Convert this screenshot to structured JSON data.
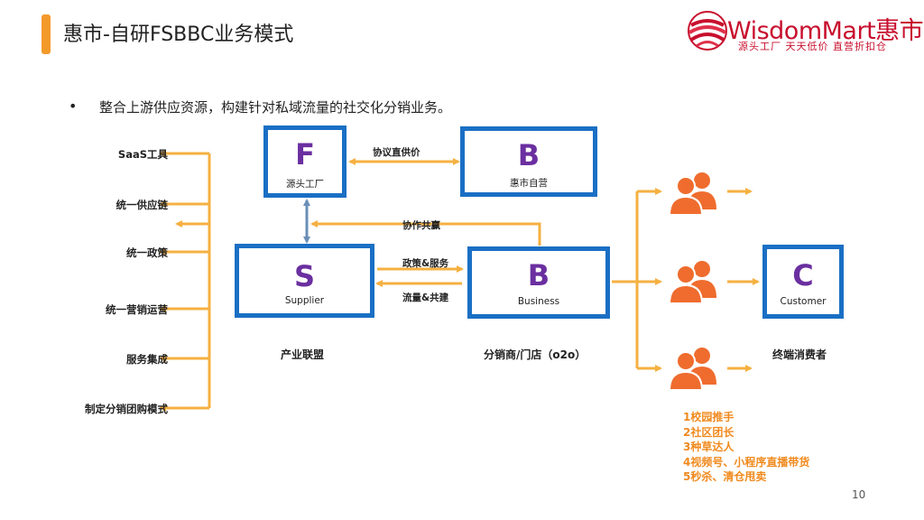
{
  "header": {
    "title": "惠市-自研FSBBC业务模式",
    "logo_text": "WisdomMart惠市",
    "logo_sub": "源头工厂  天天低价  直营折扣仓"
  },
  "bullet": {
    "dot": "•",
    "text": "整合上游供应资源，构建针对私域流量的社交化分销业务。"
  },
  "left_items": [
    "SaaS工具",
    "统一供应链",
    "统一政策",
    "统一营销运营",
    "服务集成",
    "制定分销团购模式"
  ],
  "boxes": {
    "F": {
      "letter": "F",
      "sub": "源头工厂"
    },
    "B_top": {
      "letter": "B",
      "sub": "惠市自营"
    },
    "S": {
      "letter": "S",
      "sub": "Supplier"
    },
    "B_mid": {
      "letter": "B",
      "sub": "Business"
    },
    "C": {
      "letter": "C",
      "sub": "Customer"
    }
  },
  "edge_labels": {
    "direct_price": "协议直供价",
    "win_win": "协作共赢",
    "policy_service": "政策&服务",
    "traffic_cobuild": "流量&共建"
  },
  "captions": {
    "industry_alliance": "产业联盟",
    "distributors": "分销商/门店（o2o）",
    "end_consumers": "终端消费者"
  },
  "channels": [
    "1校园推手",
    "2社区团长",
    "3种草达人",
    "4视频号、小程序直播带货",
    "5秒杀、清仓甩卖"
  ],
  "page_number": "10",
  "colors": {
    "accent_orange": "#f5b041",
    "box_blue": "#1a6fc4",
    "letter_purple": "#6b2fa0",
    "person_orange": "#ef6c2e",
    "brand_red": "#c8102e",
    "list_orange": "#f08a1e"
  }
}
